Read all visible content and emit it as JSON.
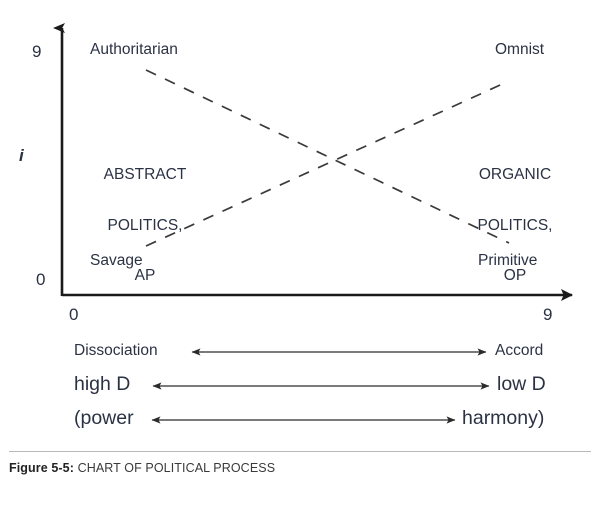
{
  "figure": {
    "caption_prefix": "Figure 5-5:",
    "caption_text": " CHART OF POLITICAL PROCESS"
  },
  "chart_data": {
    "type": "scatter",
    "title": "CHART OF POLITICAL PROCESS",
    "xlabel": "",
    "ylabel": "i",
    "xlim": [
      0,
      9
    ],
    "ylim": [
      0,
      9
    ],
    "xticks": [
      "0",
      "9"
    ],
    "yticks": [
      "0",
      "9"
    ],
    "grid": false,
    "legend": "none",
    "annotations": [
      {
        "name": "top-left",
        "text": "Authoritarian",
        "x": 0.6,
        "y": 8.4
      },
      {
        "name": "top-right",
        "text": "Omnist",
        "x": 8.3,
        "y": 8.4
      },
      {
        "name": "bottom-left",
        "text": "Savage",
        "x": 0.6,
        "y": 0.9
      },
      {
        "name": "bottom-right",
        "text": "Primitive",
        "x": 8.3,
        "y": 0.9
      },
      {
        "name": "left-region",
        "text": "ABSTRACT POLITICS, AP",
        "x": 1.6,
        "y": 4.6
      },
      {
        "name": "right-region",
        "text": "ORGANIC POLITICS, OP",
        "x": 8.0,
        "y": 4.6
      }
    ],
    "series": [
      {
        "name": "descending-dashed",
        "style": "dashed",
        "x": [
          0.7,
          8.0
        ],
        "y": [
          8.1,
          1.9
        ]
      },
      {
        "name": "ascending-dashed",
        "style": "dashed",
        "x": [
          0.7,
          8.0
        ],
        "y": [
          1.8,
          8.1
        ]
      }
    ]
  },
  "axes": {
    "y_top_label": "9",
    "y_bottom_label": "0",
    "y_variable": "i",
    "x_left_label": "0",
    "x_right_label": "9"
  },
  "quadrant_labels": {
    "top_left": "Authoritarian",
    "top_right": "Omnist",
    "bottom_left": "Savage",
    "bottom_right": "Primitive",
    "left_block": [
      "ABSTRACT",
      "POLITICS,",
      "AP"
    ],
    "right_block": [
      "ORGANIC",
      "POLITICS,",
      "OP"
    ]
  },
  "scales": [
    {
      "name": "dissociation-accord",
      "left": "Dissociation",
      "right": "Accord",
      "size": "small"
    },
    {
      "name": "high-d-low-d",
      "left": "high D",
      "right": "low D",
      "size": "big"
    },
    {
      "name": "power-harmony",
      "left": "(power",
      "right": "harmony)",
      "size": "big"
    }
  ]
}
